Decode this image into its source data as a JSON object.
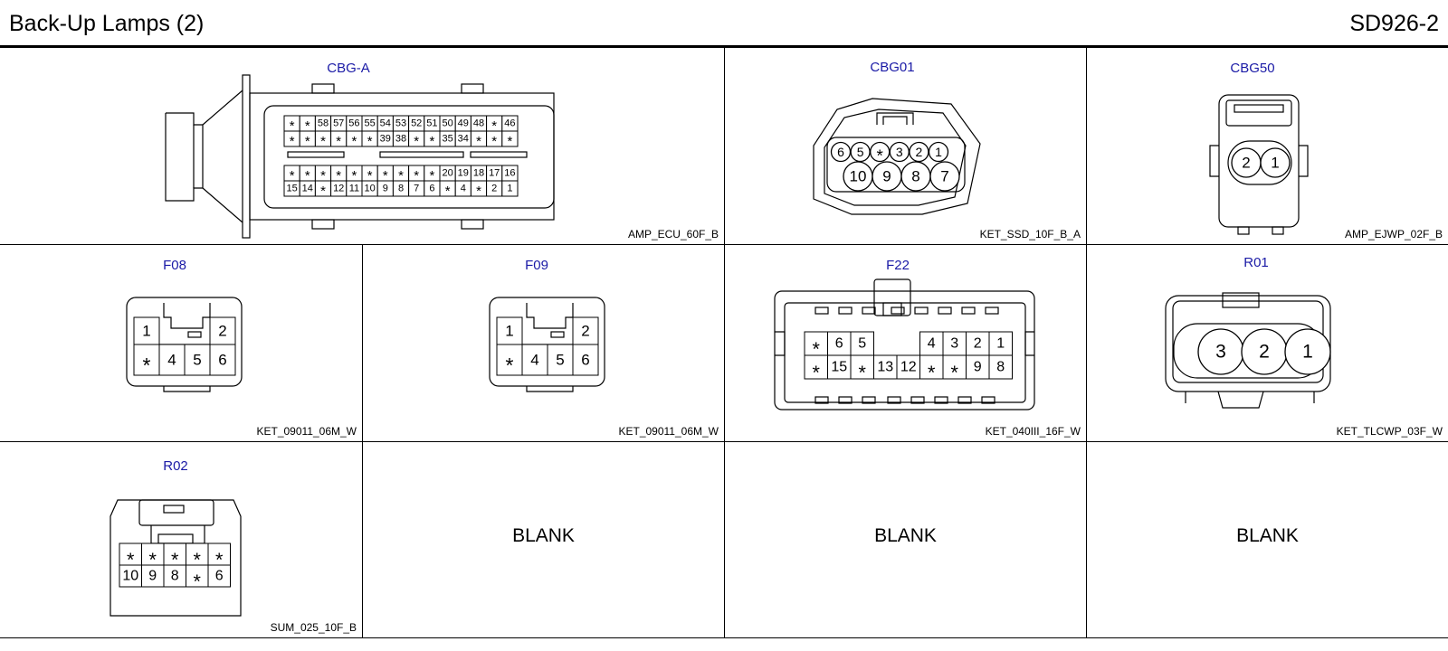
{
  "header": {
    "title": "Back-Up Lamps (2)",
    "code": "SD926-2"
  },
  "connectors": [
    {
      "name": "CBG-A",
      "part": "AMP_ECU_60F_B",
      "rows": [
        [
          "*",
          "*",
          "58",
          "57",
          "56",
          "55",
          "54",
          "53",
          "52",
          "51",
          "50",
          "49",
          "48",
          "*",
          "46"
        ],
        [
          "*",
          "*",
          "*",
          "*",
          "*",
          "*",
          "39",
          "38",
          "*",
          "*",
          "35",
          "34",
          "*",
          "*",
          "*"
        ],
        [
          "*",
          "*",
          "*",
          "*",
          "*",
          "*",
          "*",
          "*",
          "*",
          "*",
          "20",
          "19",
          "18",
          "17",
          "16"
        ],
        [
          "15",
          "14",
          "*",
          "12",
          "11",
          "10",
          "9",
          "8",
          "7",
          "6",
          "*",
          "4",
          "*",
          "2",
          "1"
        ]
      ]
    },
    {
      "name": "CBG01",
      "part": "KET_SSD_10F_B_A",
      "rows": [
        [
          "6",
          "5",
          "*",
          "3",
          "2",
          "1"
        ],
        [
          "10",
          "9",
          "8",
          "7"
        ]
      ]
    },
    {
      "name": "CBG50",
      "part": "AMP_EJWP_02F_B",
      "rows": [
        [
          "2",
          "1"
        ]
      ]
    },
    {
      "name": "F08",
      "part": "KET_09011_06M_W",
      "rows": [
        [
          "1",
          "2"
        ],
        [
          "*",
          "4",
          "5",
          "6"
        ]
      ]
    },
    {
      "name": "F09",
      "part": "KET_09011_06M_W",
      "rows": [
        [
          "1",
          "2"
        ],
        [
          "*",
          "4",
          "5",
          "6"
        ]
      ]
    },
    {
      "name": "F22",
      "part": "KET_040III_16F_W",
      "rows": [
        [
          "*",
          "6",
          "5",
          "",
          "",
          "4",
          "3",
          "2",
          "1"
        ],
        [
          "*",
          "15",
          "*",
          "13",
          "12",
          "*",
          "*",
          "9",
          "8"
        ]
      ]
    },
    {
      "name": "R01",
      "part": "KET_TLCWP_03F_W",
      "rows": [
        [
          "3",
          "2",
          "1"
        ]
      ]
    },
    {
      "name": "R02",
      "part": "SUM_025_10F_B",
      "rows": [
        [
          "*",
          "*",
          "*",
          "*",
          "*"
        ],
        [
          "10",
          "9",
          "8",
          "*",
          "6"
        ]
      ]
    }
  ],
  "blanks": [
    "BLANK",
    "BLANK",
    "BLANK"
  ]
}
